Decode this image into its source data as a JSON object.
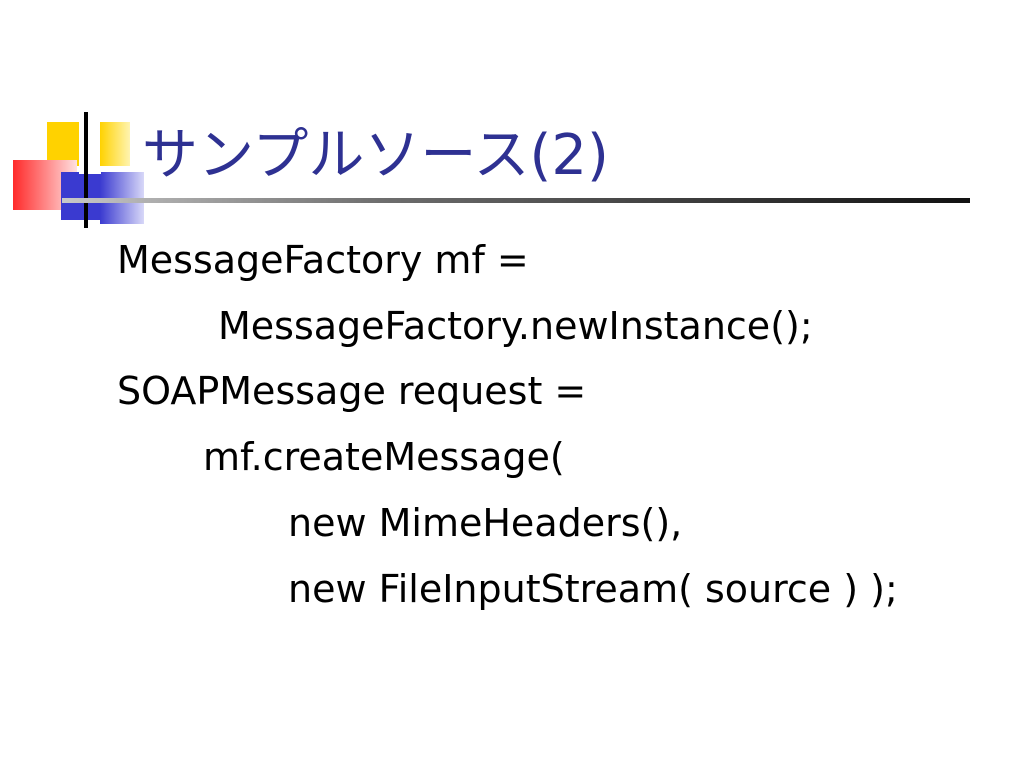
{
  "slide": {
    "title": "サンプルソース(2)",
    "title_color": "#2e3192",
    "code_lines": [
      "MessageFactory mf =",
      "MessageFactory.newInstance();",
      "SOAPMessage request =",
      "mf.createMessage(",
      "new MimeHeaders(),",
      "new FileInputStream( source ) );"
    ]
  }
}
